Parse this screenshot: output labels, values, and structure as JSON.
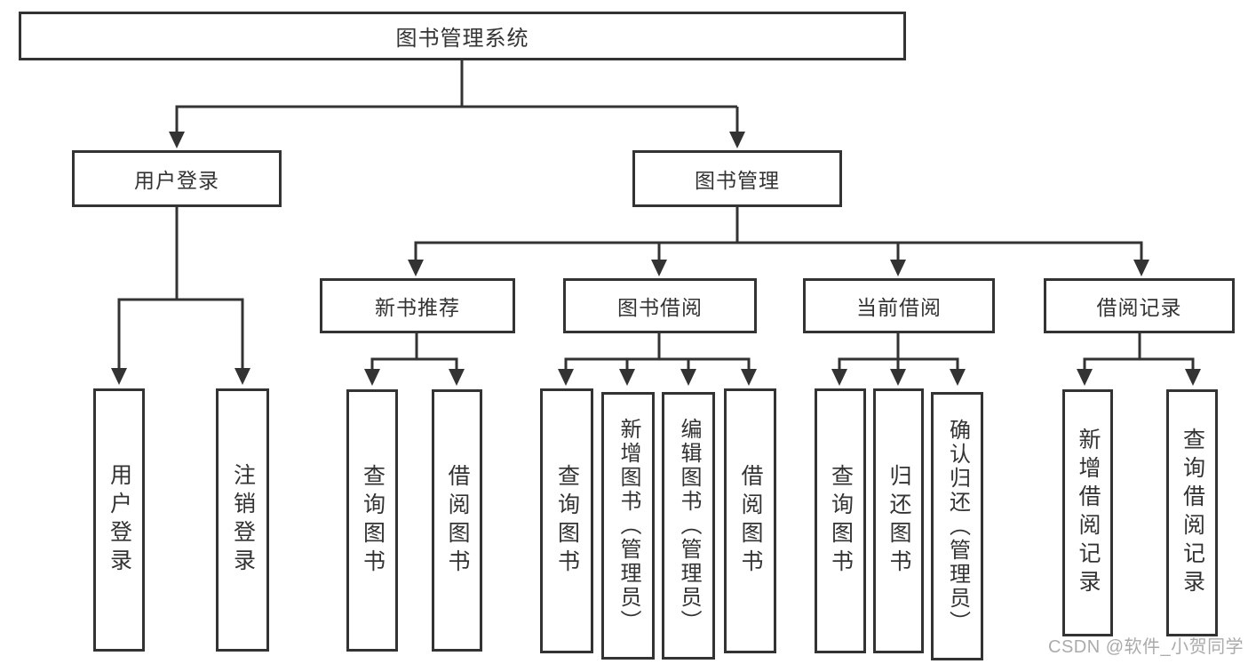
{
  "colors": {
    "line": "#333333",
    "text": "#333333",
    "bg": "#ffffff",
    "watermark": "#ababab"
  },
  "diagram": {
    "root": {
      "label": "图书管理系统"
    },
    "branches": [
      {
        "label": "用户登录",
        "children": [
          {
            "label": "用户登录"
          },
          {
            "label": "注销登录"
          }
        ]
      },
      {
        "label": "图书管理",
        "children": [
          {
            "label": "新书推荐",
            "children": [
              {
                "label": "查询图书"
              },
              {
                "label": "借阅图书"
              }
            ]
          },
          {
            "label": "图书借阅",
            "children": [
              {
                "label": "查询图书"
              },
              {
                "label": "新增图书（管理员）"
              },
              {
                "label": "编辑图书（管理员）"
              },
              {
                "label": "借阅图书"
              }
            ]
          },
          {
            "label": "当前借阅",
            "children": [
              {
                "label": "查询图书"
              },
              {
                "label": "归还图书"
              },
              {
                "label": "确认归还（管理员）"
              }
            ]
          },
          {
            "label": "借阅记录",
            "children": [
              {
                "label": "新增借阅记录"
              },
              {
                "label": "查询借阅记录"
              }
            ]
          }
        ]
      }
    ],
    "watermark": "CSDN @软件_小贺同学"
  }
}
